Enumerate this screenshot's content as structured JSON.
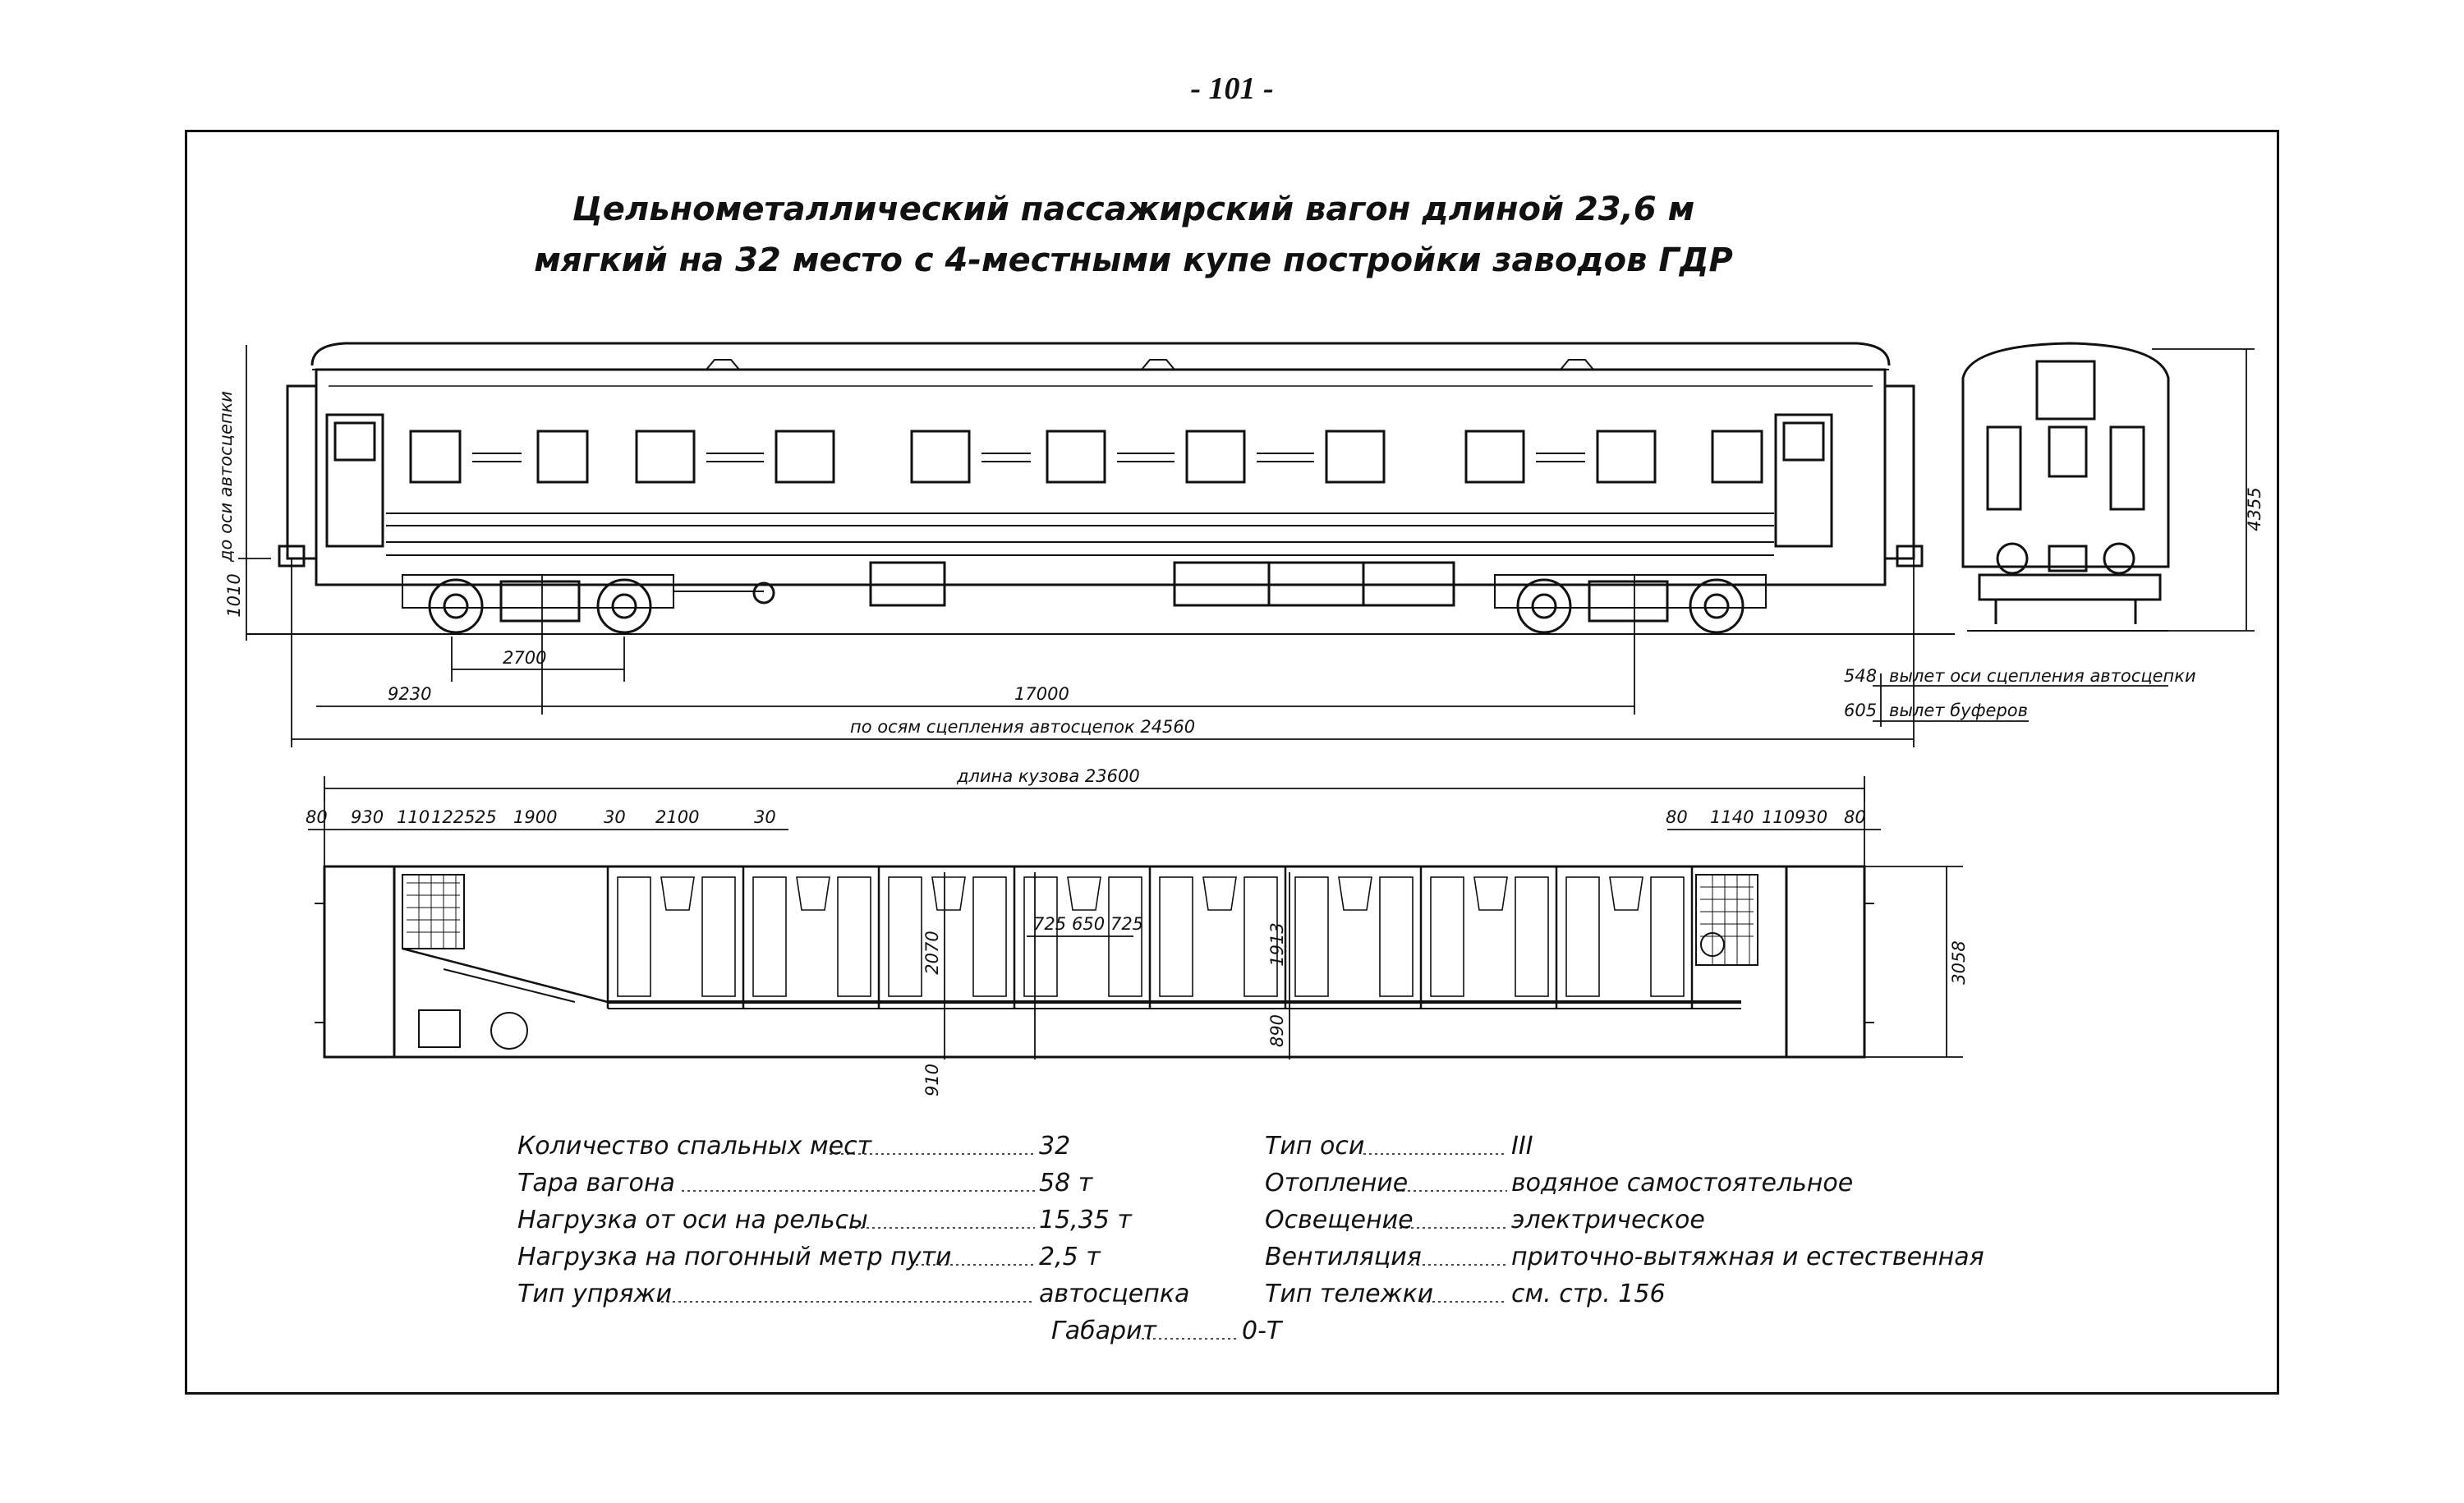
{
  "page": {
    "number": "- 101 -"
  },
  "title": {
    "line1": "Цельнометаллический пассажирский вагон длиной 23,6 м",
    "line2": "мягкий на 32 место с 4-местными купе постройки заводов ГДР"
  },
  "side_view": {
    "vertical_label": "до оси автосцепки",
    "height_coupler": "1010",
    "bogie_base": "2700",
    "overhang": "9230",
    "bogie_centers": "17000",
    "coupler_length_label": "по осям сцепления автосцепок 24560",
    "body_length_label": "длина кузова 23600",
    "coupler_overhang_value": "548",
    "coupler_overhang_label": "вылет оси сцепления автосцепки",
    "buffer_overhang_value": "605",
    "buffer_overhang_label": "вылет буферов"
  },
  "end_view": {
    "height": "4355"
  },
  "plan_view": {
    "dims_left": [
      "80",
      "930",
      "110",
      "1225",
      "25",
      "1900",
      "30",
      "2100",
      "30"
    ],
    "dims_right": [
      "80",
      "1140",
      "110",
      "930",
      "80"
    ],
    "compartment_dims": [
      "725",
      "650",
      "725"
    ],
    "corridor_height_1": "2070",
    "corridor_height_2": "1913",
    "corridor_width": "890",
    "aisle_width": "910",
    "overall_width": "3058"
  },
  "specs_left": [
    {
      "label": "Количество спальных мест",
      "value": "32"
    },
    {
      "label": "Тара вагона",
      "value": "58 т"
    },
    {
      "label": "Нагрузка от оси на рельсы",
      "value": "15,35 т"
    },
    {
      "label": "Нагрузка на погонный метр пути",
      "value": "2,5 т"
    },
    {
      "label": "Тип упряжи",
      "value": "автосцепка"
    }
  ],
  "specs_right": [
    {
      "label": "Тип оси",
      "value": "III"
    },
    {
      "label": "Отопление",
      "value": "водяное самостоятельное"
    },
    {
      "label": "Освещение",
      "value": "электрическое"
    },
    {
      "label": "Вентиляция",
      "value": "приточно-вытяжная и естественная"
    },
    {
      "label": "Тип тележки",
      "value": "см. стр. 156"
    }
  ],
  "gauge": {
    "label": "Габарит",
    "value": "0-Т"
  }
}
